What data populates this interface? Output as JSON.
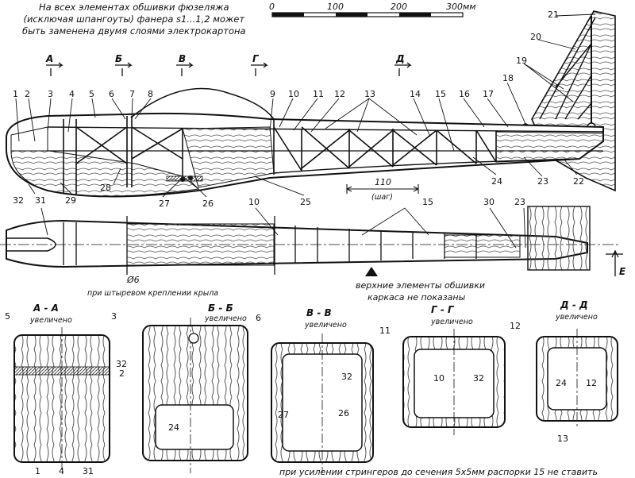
{
  "notes": {
    "top_note_line1": "На всех элементах обшивки фюзеляжа",
    "top_note_line2": "(исключая шпангоуты) фанера s1...1,2 может",
    "top_note_line3": "быть заменена двумя слоями электрокартона",
    "upper_skin_note_line1": "верхние элементы обшивки",
    "upper_skin_note_line2": "каркаса не показаны",
    "pin_note": "при штыревом креплении крыла",
    "stringer_note": "при усилении стрингеров до сечения 5x5мм распорки 15 не ставить",
    "pin_dia": "Ø6",
    "pitch_value": "110",
    "pitch_label": "(шаг)",
    "view_e": "Е"
  },
  "scale_bar": {
    "ticks": [
      "0",
      "100",
      "200",
      "300мм"
    ]
  },
  "section_marks": [
    "А",
    "Б",
    "В",
    "Г",
    "Д"
  ],
  "sections": {
    "a": {
      "title": "А - А",
      "sub": "увеличено"
    },
    "b": {
      "title": "Б - Б",
      "sub": "увеличено"
    },
    "v": {
      "title": "В - В",
      "sub": "увеличено"
    },
    "g": {
      "title": "Г - Г",
      "sub": "увеличено"
    },
    "d": {
      "title": "Д - Д",
      "sub": "увеличено"
    }
  },
  "side_view_labels": [
    "1",
    "2",
    "3",
    "4",
    "5",
    "6",
    "7",
    "8",
    "9",
    "10",
    "11",
    "12",
    "13",
    "14",
    "15",
    "16",
    "17",
    "18",
    "19",
    "20",
    "21",
    "22",
    "23",
    "24",
    "25",
    "26",
    "27",
    "28",
    "29",
    "31",
    "32"
  ],
  "plan_view_labels": [
    "31",
    "10",
    "15",
    "30",
    "23"
  ],
  "section_labels": {
    "a": [
      "5",
      "3",
      "32",
      "2",
      "1",
      "4",
      "31"
    ],
    "b": [
      "6",
      "24"
    ],
    "v": [
      "32",
      "27",
      "26"
    ],
    "g": [
      "11",
      "12",
      "10",
      "32"
    ],
    "d": [
      "24",
      "12",
      "13"
    ]
  }
}
